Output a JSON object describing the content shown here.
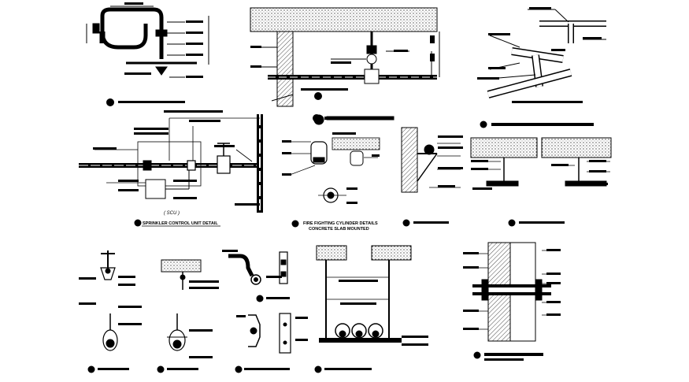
{
  "drawing": {
    "sprinkler_control_title": "SPRINKLER CONTROL UNIT DETAIL",
    "scu_label": "( SCU )",
    "fire_cylinder_title": "FIRE FIGHTING CYLINDER DETAILS",
    "fire_cylinder_subtitle": "CONCRETE SLAB MOUNTED",
    "colors": {
      "line": "#000000",
      "hatch": "#000000",
      "background": "#ffffff"
    }
  }
}
